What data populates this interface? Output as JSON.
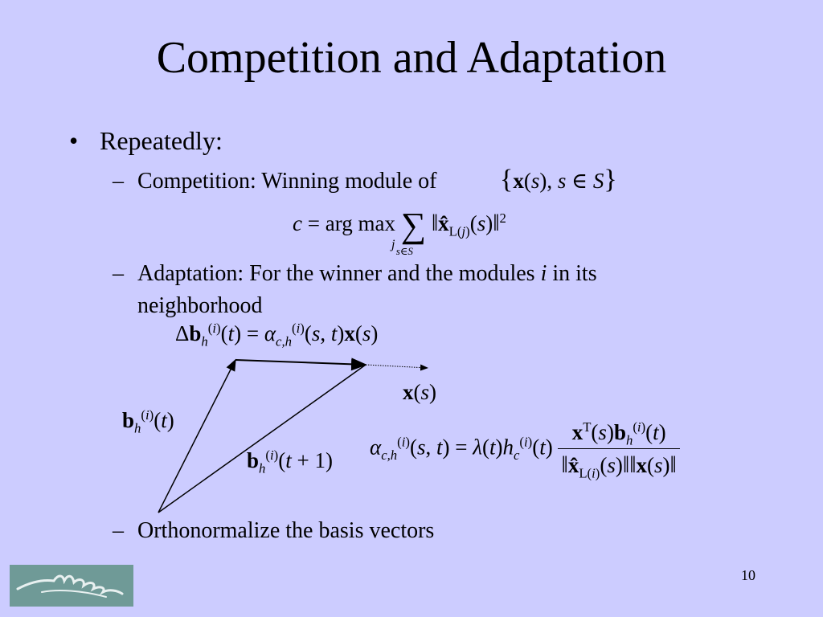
{
  "slide": {
    "title": "Competition and Adaptation",
    "bullet": "Repeatedly:",
    "sub_competition": "Competition: Winning module of",
    "sub_adaptation_pre": "Adaptation: For the winner and the modules",
    "sub_adaptation_var": "i",
    "sub_adaptation_post": "in its",
    "sub_adaptation_line2": "neighborhood",
    "sub_orthonormalize": "Orthonormalize the basis vectors",
    "page_number": "10"
  },
  "colors": {
    "background": "#ccccff",
    "logo_bg": "#6f9a97",
    "text": "#000000"
  },
  "icons": {
    "bullet": "bullet-dot",
    "dash": "en-dash",
    "logo": "muse-logo"
  }
}
